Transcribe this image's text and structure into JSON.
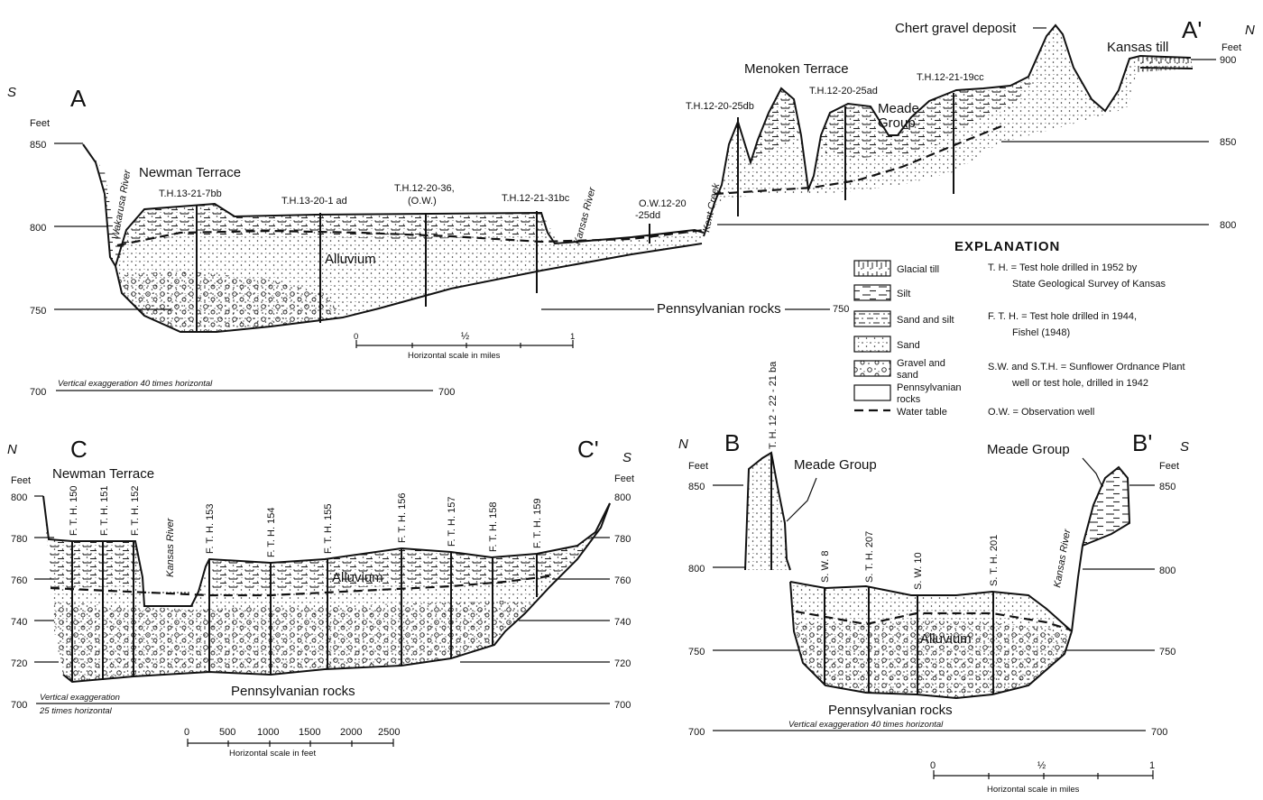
{
  "colors": {
    "ink": "#111111",
    "paper": "#ffffff"
  },
  "sectionA": {
    "label_left": "A",
    "label_right": "A'",
    "dir_left": "S",
    "dir_right": "N",
    "feet": "Feet",
    "feet_right": "Feet",
    "y_labels": [
      "850",
      "800",
      "750",
      "700"
    ],
    "y_labels_right": [
      "900",
      "850",
      "800",
      "750",
      "700"
    ],
    "names": {
      "newman": "Newman Terrace",
      "alluvium": "Alluvium",
      "penn": "Pennsylvanian rocks",
      "menoken": "Menoken Terrace",
      "meade": "Meade",
      "meade2": "Group",
      "chert": "Chert gravel deposit",
      "kansas_till": "Kansas till",
      "wakarusa": "Wakarusa River",
      "kansas_river": "Kansas River",
      "kent": "Kent Creek"
    },
    "wells": [
      "T.H.13-21-7bb",
      "T.H.13-20-1 ad",
      "T.H.12-20-36,",
      "(O.W.)",
      "T.H.12-21-31bc",
      "O.W.12-20",
      "-25dd",
      "T.H.12-20-25db",
      "T.H.12-20-25ad",
      "T.H.12-21-19cc"
    ],
    "vex": "Vertical exaggeration 40 times horizontal",
    "scale": {
      "ticks": [
        "0",
        "½",
        "1"
      ],
      "caption": "Horizontal scale in miles"
    }
  },
  "sectionC": {
    "label_left": "C",
    "label_right": "C'",
    "dir_left": "N",
    "dir_right": "S",
    "feet": "Feet",
    "feet_right": "Feet",
    "y_labels": [
      "800",
      "780",
      "760",
      "740",
      "720",
      "700"
    ],
    "names": {
      "newman": "Newman Terrace",
      "alluvium": "Alluvium",
      "penn": "Pennsylvanian rocks",
      "kansas_river": "Kansas River"
    },
    "wells": [
      "F. T. H. 150",
      "F. T. H. 151",
      "F. T. H. 152",
      "F. T. H. 153",
      "F. T. H. 154",
      "F. T. H. 155",
      "F. T. H. 156",
      "F. T. H. 157",
      "F. T. H. 158",
      "F. T. H. 159"
    ],
    "vex1": "Vertical exaggeration",
    "vex2": "25 times horizontal",
    "scale": {
      "ticks": [
        "0",
        "500",
        "1000",
        "1500",
        "2000",
        "2500"
      ],
      "caption": "Horizontal scale in feet"
    }
  },
  "sectionB": {
    "label_left": "B",
    "label_right": "B'",
    "dir_left": "N",
    "dir_right": "S",
    "feet": "Feet",
    "feet_right": "Feet",
    "y_labels": [
      "850",
      "800",
      "750",
      "700"
    ],
    "names": {
      "meade": "Meade Group",
      "meade_right": "Meade Group",
      "alluvium": "Alluvium",
      "penn": "Pennsylvanian rocks",
      "kansas_river": "Kansas River"
    },
    "wells": [
      "T. H. 12 - 22 - 21 ba",
      "S. W. 8",
      "S. T. H. 207",
      "S. W. 10",
      "S. T. H. 201"
    ],
    "vex": "Vertical exaggeration 40 times horizontal",
    "scale": {
      "ticks": [
        "0",
        "½",
        "1"
      ],
      "caption": "Horizontal scale in miles"
    }
  },
  "explanation": {
    "title": "EXPLANATION",
    "items": [
      "Glacial till",
      "Silt",
      "Sand and silt",
      "Sand",
      "Gravel and",
      "sand",
      "Pennsylvanian",
      "rocks",
      "Water table"
    ],
    "notes": [
      "T. H. = Test hole drilled in 1952 by",
      "State Geological Survey of Kansas",
      "F. T. H. = Test hole drilled in 1944,",
      "Fishel (1948)",
      "S.W. and S.T.H. = Sunflower Ordnance Plant",
      "well or test hole, drilled in 1942",
      "O.W. = Observation well"
    ]
  }
}
